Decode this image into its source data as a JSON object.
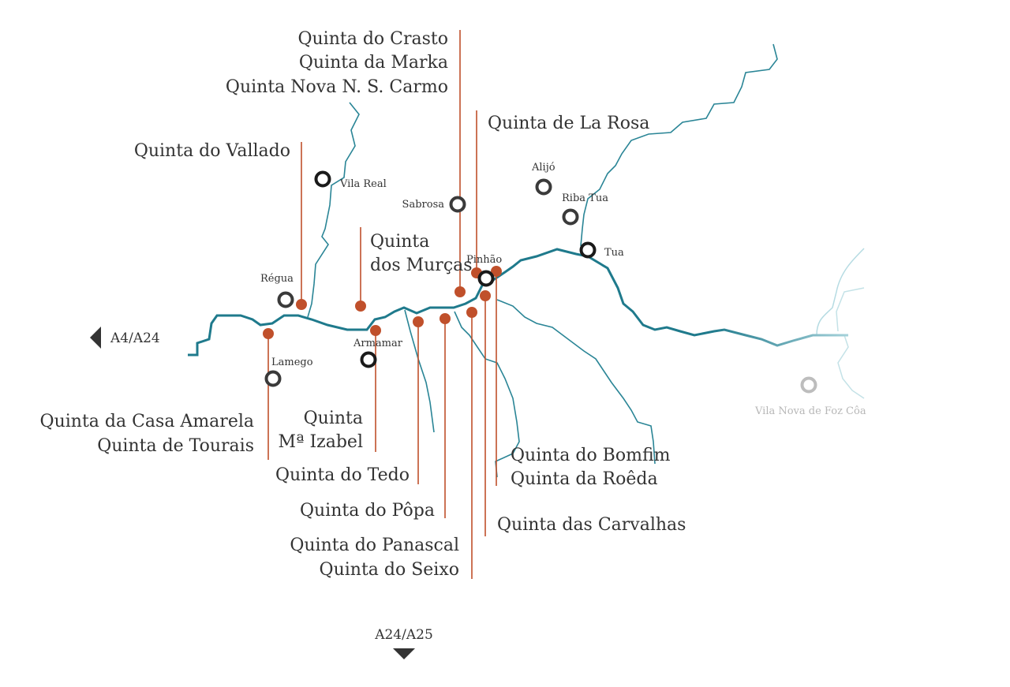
{
  "colors": {
    "river": "#1f7a8c",
    "tributary": "#2a8596",
    "faded_river": "#a9d4dc",
    "marker": "#c0502b",
    "town_ring": "#2d2d2d",
    "town_ring_faded": "#bdbdbd",
    "text": "#333333"
  },
  "roads": {
    "west": "A4/A24",
    "south": "A24/A25"
  },
  "towns": {
    "regua": "Régua",
    "vila_real": "Vila Real",
    "lamego": "Lamego",
    "armamar": "Armamar",
    "sabrosa": "Sabrosa",
    "pinhao": "Pinhão",
    "alijo": "Alijó",
    "riba_tua": "Riba Tua",
    "tua": "Tua",
    "vila_nova_foz_coa": "Vila Nova de Foz Côa"
  },
  "quintas": {
    "crasto": "Quinta do Crasto",
    "marka": "Quinta da Marka",
    "nova": "Quinta Nova N. S. Carmo",
    "la_rosa": "Quinta de La Rosa",
    "vallado": "Quinta do Vallado",
    "murcas_1": "Quinta",
    "murcas_2": "dos Murças",
    "casa_amarela": "Quinta da Casa Amarela",
    "tourais": "Quinta de Tourais",
    "izabel_1": "Quinta",
    "izabel_2": "Mª Izabel",
    "tedo": "Quinta do Tedo",
    "popa": "Quinta do Pôpa",
    "panascal": "Quinta do Panascal",
    "seixo": "Quinta do Seixo",
    "bomfim": "Quinta do Bomfim",
    "roeda": "Quinta da Roêda",
    "carvalhas": "Quinta das Carvalhas"
  }
}
